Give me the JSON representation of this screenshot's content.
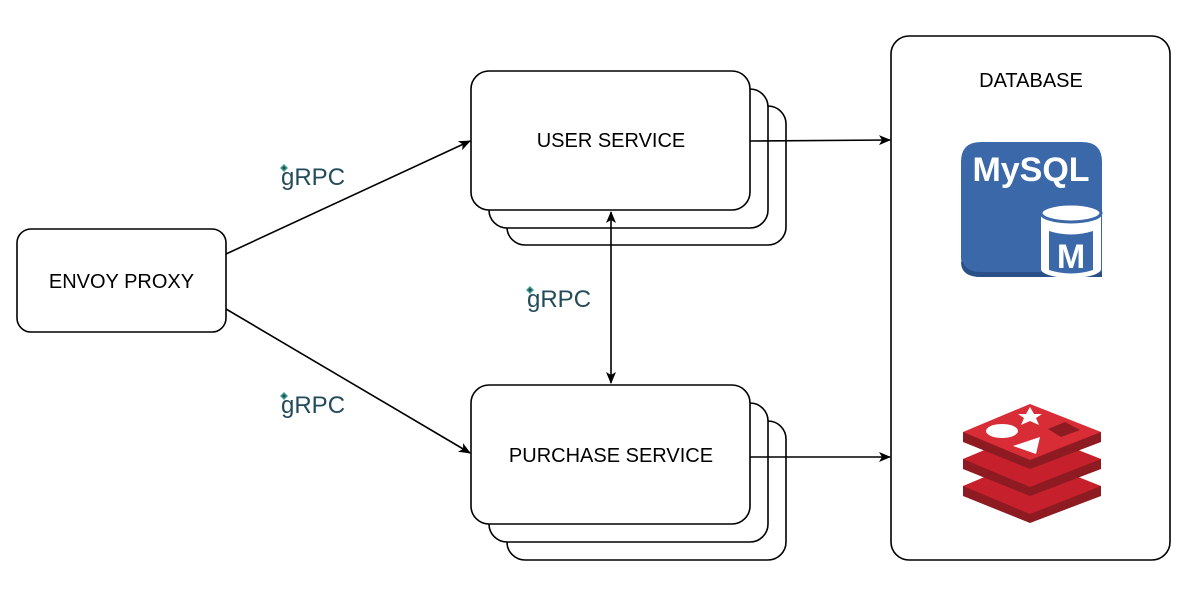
{
  "nodes": {
    "envoy": "ENVOY PROXY",
    "user_service": "USER SERVICE",
    "purchase_service": "PURCHASE SERVICE",
    "database": "DATABASE"
  },
  "edges": {
    "envoy_to_user": "gRPC",
    "envoy_to_purchase": "gRPC",
    "user_purchase": "gRPC"
  },
  "logos": {
    "mysql": {
      "icon": "mysql-logo",
      "text": "MySQL",
      "badge": "M"
    },
    "redis": {
      "icon": "redis-logo"
    }
  },
  "colors": {
    "stroke": "#000000",
    "grpc_teal": "#244b5a",
    "mysql_blue": "#3a68a8",
    "redis_red": "#c6202c"
  }
}
